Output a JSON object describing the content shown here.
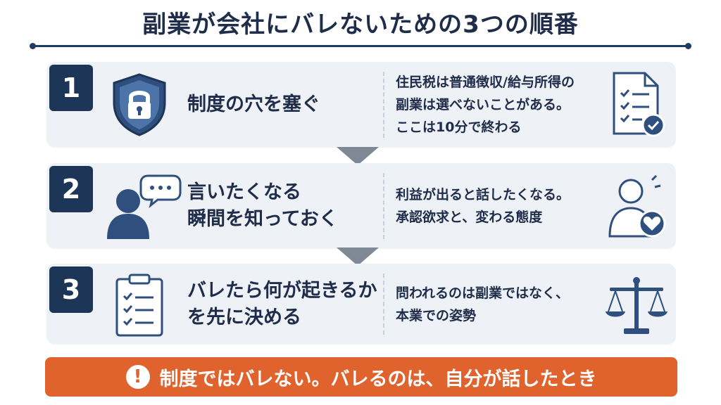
{
  "title": "副業が会社にバレないための3つの順番",
  "steps": [
    {
      "number": "1",
      "heading_lines": [
        "制度の穴を塞ぐ"
      ],
      "desc_lines": [
        "住民税は普通徴収/給与所得の",
        "副業は選べないことがある。",
        "ここは10分で終わる"
      ],
      "left_icon": "shield-lock-icon",
      "right_icon": "checklist-document-icon"
    },
    {
      "number": "2",
      "heading_lines": [
        "言いたくなる",
        "瞬間を知っておく"
      ],
      "desc_lines": [
        "利益が出ると話したくなる。",
        "承認欲求と、変わる態度"
      ],
      "left_icon": "person-speech-bubble-icon",
      "right_icon": "person-heart-icon"
    },
    {
      "number": "3",
      "heading_lines": [
        "バレたら何が起きるか",
        "を先に決める"
      ],
      "desc_lines": [
        "問われるのは副業ではなく、",
        "本業での姿勢"
      ],
      "left_icon": "clipboard-checklist-icon",
      "right_icon": "balance-scale-icon"
    }
  ],
  "banner": {
    "icon": "exclamation-icon",
    "text": "制度ではバレない。バレるのは、自分が話したとき"
  },
  "colors": {
    "navy": "#1d3658",
    "card": "#eef1f6",
    "banner": "#e0622c",
    "arrow": "#7f8895"
  }
}
